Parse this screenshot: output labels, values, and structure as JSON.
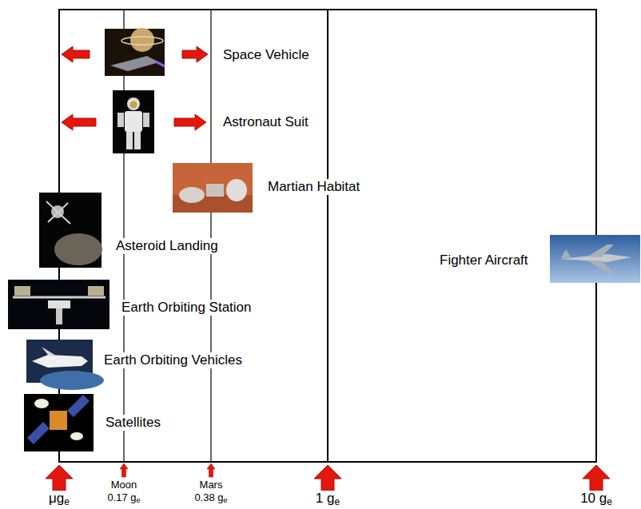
{
  "diagram": {
    "labels": [
      "Space Vehicle",
      "Astronaut Suit",
      "Martian Habitat",
      "Asteroid Landing",
      "Fighter Aircraft",
      "Earth Orbiting Station",
      "Earth Orbiting Vehicles",
      "Satellites",
      "μge",
      "Moon",
      "0.17 ge",
      "Mars",
      "0.38 ge",
      "1 ge",
      "10 ge"
    ]
  }
}
